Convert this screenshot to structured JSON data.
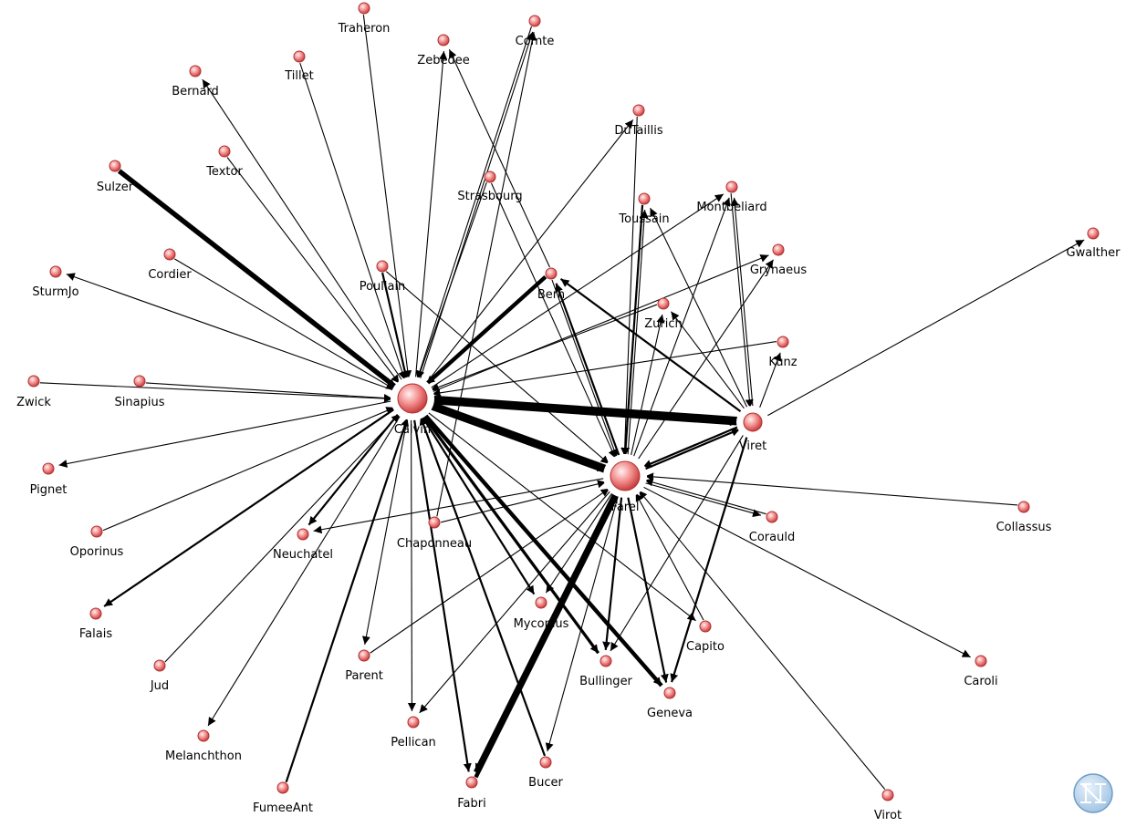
{
  "graph": {
    "nodes": [
      {
        "id": "Calvin",
        "label": "Calvin",
        "size": "large"
      },
      {
        "id": "Farel",
        "label": "Farel",
        "size": "large"
      },
      {
        "id": "Viret",
        "label": "Viret",
        "size": "medium"
      },
      {
        "id": "Traheron",
        "label": "Traheron"
      },
      {
        "id": "Comte",
        "label": "Comte"
      },
      {
        "id": "Zebedee",
        "label": "Zebedee"
      },
      {
        "id": "Tillet",
        "label": "Tillet"
      },
      {
        "id": "Bernard",
        "label": "Bernard"
      },
      {
        "id": "DuTaillis",
        "label": "DuTaillis"
      },
      {
        "id": "Textor",
        "label": "Textor"
      },
      {
        "id": "Sulzer",
        "label": "Sulzer"
      },
      {
        "id": "Strasbourg",
        "label": "Strasbourg"
      },
      {
        "id": "Toussain",
        "label": "Toussain"
      },
      {
        "id": "Montbeliard",
        "label": "Montbeliard"
      },
      {
        "id": "Gwalther",
        "label": "Gwalther"
      },
      {
        "id": "Cordier",
        "label": "Cordier"
      },
      {
        "id": "Grynaeus",
        "label": "Grynaeus"
      },
      {
        "id": "SturmJo",
        "label": "SturmJo"
      },
      {
        "id": "Poullain",
        "label": "Poullain"
      },
      {
        "id": "Bern",
        "label": "Bern"
      },
      {
        "id": "Zurich",
        "label": "Zurich"
      },
      {
        "id": "Kunz",
        "label": "Kunz"
      },
      {
        "id": "Zwick",
        "label": "Zwick"
      },
      {
        "id": "Sinapius",
        "label": "Sinapius"
      },
      {
        "id": "Pignet",
        "label": "Pignet"
      },
      {
        "id": "Collassus",
        "label": "Collassus"
      },
      {
        "id": "Chaponneau",
        "label": "Chaponneau"
      },
      {
        "id": "Corauld",
        "label": "Corauld"
      },
      {
        "id": "Oporinus",
        "label": "Oporinus"
      },
      {
        "id": "Neuchatel",
        "label": "Neuchatel"
      },
      {
        "id": "Falais",
        "label": "Falais"
      },
      {
        "id": "Myconius",
        "label": "Myconius"
      },
      {
        "id": "Capito",
        "label": "Capito"
      },
      {
        "id": "Parent",
        "label": "Parent"
      },
      {
        "id": "Bullinger",
        "label": "Bullinger"
      },
      {
        "id": "Caroli",
        "label": "Caroli"
      },
      {
        "id": "Jud",
        "label": "Jud"
      },
      {
        "id": "Geneva",
        "label": "Geneva"
      },
      {
        "id": "Pellican",
        "label": "Pellican"
      },
      {
        "id": "Melanchthon",
        "label": "Melanchthon"
      },
      {
        "id": "Bucer",
        "label": "Bucer"
      },
      {
        "id": "FumeeAnt",
        "label": "FumeeAnt"
      },
      {
        "id": "Fabri",
        "label": "Fabri"
      },
      {
        "id": "Virot",
        "label": "Virot"
      }
    ],
    "edges": [
      {
        "from": "Traheron",
        "to": "Calvin",
        "weight": 1
      },
      {
        "from": "Calvin",
        "to": "Comte",
        "weight": 1
      },
      {
        "from": "Comte",
        "to": "Calvin",
        "weight": 1
      },
      {
        "from": "Calvin",
        "to": "Zebedee",
        "weight": 1
      },
      {
        "from": "Bern",
        "to": "Zebedee",
        "weight": 1
      },
      {
        "from": "Tillet",
        "to": "Calvin",
        "weight": 1
      },
      {
        "from": "Calvin",
        "to": "Bernard",
        "weight": 1
      },
      {
        "from": "Textor",
        "to": "Calvin",
        "weight": 1
      },
      {
        "from": "Sulzer",
        "to": "Calvin",
        "weight": 5
      },
      {
        "from": "Calvin",
        "to": "DuTaillis",
        "weight": 1
      },
      {
        "from": "Strasbourg",
        "to": "Calvin",
        "weight": 1
      },
      {
        "from": "Strasbourg",
        "to": "Farel",
        "weight": 1
      },
      {
        "from": "Cordier",
        "to": "Calvin",
        "weight": 1
      },
      {
        "from": "Calvin",
        "to": "SturmJo",
        "weight": 1
      },
      {
        "from": "Poullain",
        "to": "Calvin",
        "weight": 2
      },
      {
        "from": "Poullain",
        "to": "Farel",
        "weight": 1
      },
      {
        "from": "Zwick",
        "to": "Calvin",
        "weight": 1
      },
      {
        "from": "Sinapius",
        "to": "Calvin",
        "weight": 1
      },
      {
        "from": "Calvin",
        "to": "Pignet",
        "weight": 1
      },
      {
        "from": "Oporinus",
        "to": "Calvin",
        "weight": 1
      },
      {
        "from": "Calvin",
        "to": "Falais",
        "weight": 2
      },
      {
        "from": "Jud",
        "to": "Calvin",
        "weight": 1
      },
      {
        "from": "Calvin",
        "to": "Melanchthon",
        "weight": 1
      },
      {
        "from": "FumeeAnt",
        "to": "Calvin",
        "weight": 2
      },
      {
        "from": "Calvin",
        "to": "Neuchatel",
        "weight": 2
      },
      {
        "from": "Calvin",
        "to": "Parent",
        "weight": 1
      },
      {
        "from": "Calvin",
        "to": "Pellican",
        "weight": 1
      },
      {
        "from": "Calvin",
        "to": "Fabri",
        "weight": 2
      },
      {
        "from": "Calvin",
        "to": "Myconius",
        "weight": 2
      },
      {
        "from": "Calvin",
        "to": "Bullinger",
        "weight": 3
      },
      {
        "from": "Calvin",
        "to": "Geneva",
        "weight": 4
      },
      {
        "from": "Bucer",
        "to": "Calvin",
        "weight": 2
      },
      {
        "from": "Calvin",
        "to": "Farel",
        "weight": 6
      },
      {
        "from": "Farel",
        "to": "Calvin",
        "weight": 5
      },
      {
        "from": "Viret",
        "to": "Calvin",
        "weight": 6
      },
      {
        "from": "Calvin",
        "to": "Viret",
        "weight": 6
      },
      {
        "from": "Bern",
        "to": "Calvin",
        "weight": 4
      },
      {
        "from": "Zurich",
        "to": "Calvin",
        "weight": 1
      },
      {
        "from": "Calvin",
        "to": "Montbeliard",
        "weight": 1
      },
      {
        "from": "Calvin",
        "to": "Grynaeus",
        "weight": 1
      },
      {
        "from": "Kunz",
        "to": "Calvin",
        "weight": 1
      },
      {
        "from": "Calvin",
        "to": "Capito",
        "weight": 1
      },
      {
        "from": "Chaponneau",
        "to": "Comte",
        "weight": 1
      },
      {
        "from": "Toussain",
        "to": "Farel",
        "weight": 2
      },
      {
        "from": "Farel",
        "to": "Toussain",
        "weight": 1
      },
      {
        "from": "DuTaillis",
        "to": "Farel",
        "weight": 1
      },
      {
        "from": "Farel",
        "to": "Bern",
        "weight": 2
      },
      {
        "from": "Bern",
        "to": "Farel",
        "weight": 1
      },
      {
        "from": "Farel",
        "to": "Zurich",
        "weight": 1
      },
      {
        "from": "Farel",
        "to": "Montbeliard",
        "weight": 1
      },
      {
        "from": "Farel",
        "to": "Grynaeus",
        "weight": 1
      },
      {
        "from": "Farel",
        "to": "Viret",
        "weight": 2
      },
      {
        "from": "Viret",
        "to": "Farel",
        "weight": 2
      },
      {
        "from": "Montbeliard",
        "to": "Viret",
        "weight": 1
      },
      {
        "from": "Viret",
        "to": "Montbeliard",
        "weight": 1
      },
      {
        "from": "Viret",
        "to": "Toussain",
        "weight": 1
      },
      {
        "from": "Viret",
        "to": "Bern",
        "weight": 2
      },
      {
        "from": "Viret",
        "to": "Zurich",
        "weight": 1
      },
      {
        "from": "Viret",
        "to": "Kunz",
        "weight": 1
      },
      {
        "from": "Viret",
        "to": "Gwalther",
        "weight": 1
      },
      {
        "from": "Viret",
        "to": "Geneva",
        "weight": 2
      },
      {
        "from": "Viret",
        "to": "Bullinger",
        "weight": 1
      },
      {
        "from": "Collassus",
        "to": "Farel",
        "weight": 1
      },
      {
        "from": "Corauld",
        "to": "Farel",
        "weight": 1
      },
      {
        "from": "Farel",
        "to": "Corauld",
        "weight": 1
      },
      {
        "from": "Farel",
        "to": "Neuchatel",
        "weight": 1
      },
      {
        "from": "Chaponneau",
        "to": "Farel",
        "weight": 1
      },
      {
        "from": "Farel",
        "to": "Caroli",
        "weight": 1
      },
      {
        "from": "Farel",
        "to": "Myconius",
        "weight": 1
      },
      {
        "from": "Farel",
        "to": "Bullinger",
        "weight": 2
      },
      {
        "from": "Farel",
        "to": "Geneva",
        "weight": 2
      },
      {
        "from": "Capito",
        "to": "Farel",
        "weight": 1
      },
      {
        "from": "Parent",
        "to": "Farel",
        "weight": 1
      },
      {
        "from": "Farel",
        "to": "Pellican",
        "weight": 1
      },
      {
        "from": "Farel",
        "to": "Bucer",
        "weight": 1
      },
      {
        "from": "Fabri",
        "to": "Farel",
        "weight": 4
      },
      {
        "from": "Farel",
        "to": "Fabri",
        "weight": 4
      },
      {
        "from": "Virot",
        "to": "Farel",
        "weight": 1
      }
    ]
  },
  "logo": {
    "name": "network-app-logo-icon",
    "glyph": "N"
  },
  "colors": {
    "node_fill": "#f08c8c",
    "node_stroke": "#b03030",
    "edge": "#000000",
    "background": "#ffffff"
  }
}
